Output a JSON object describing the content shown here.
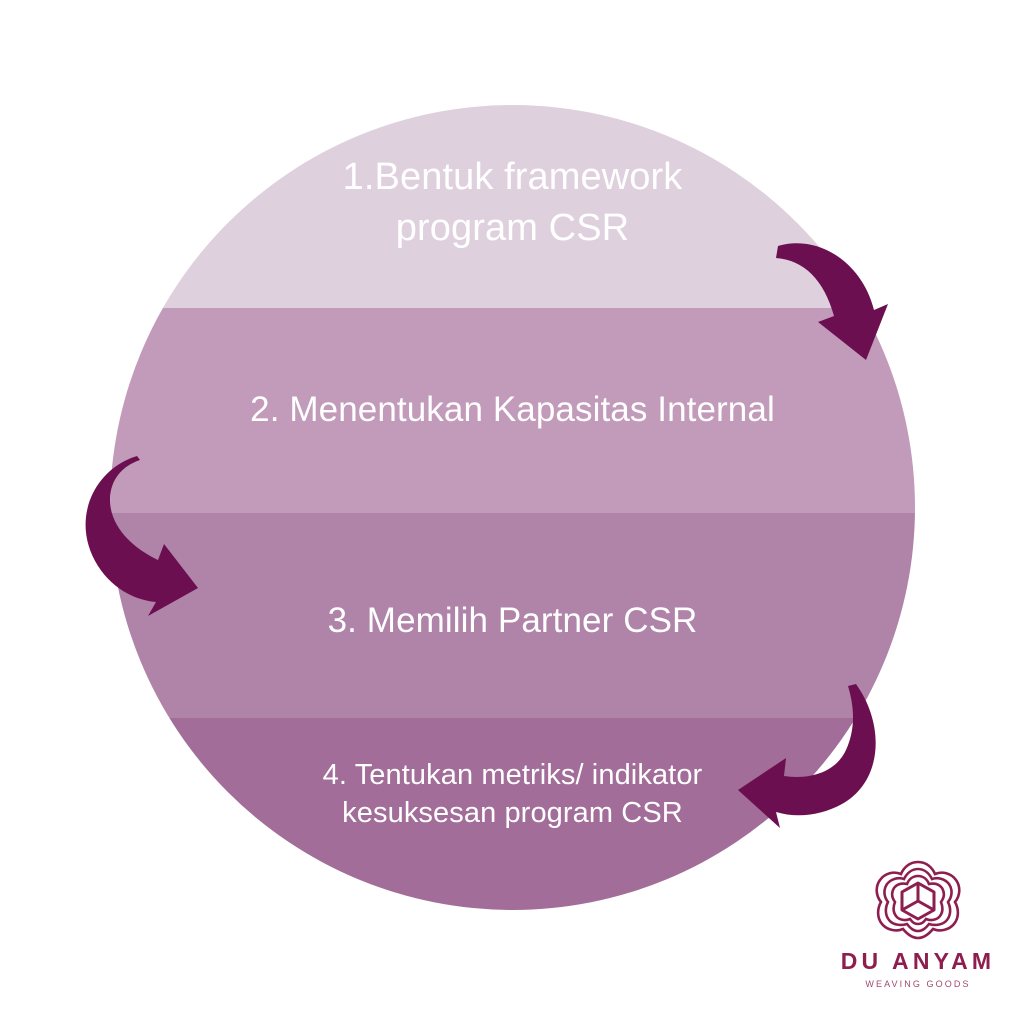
{
  "diagram": {
    "type": "cycle-diagram",
    "shape": "circle-with-horizontal-bands",
    "background_color": "#ffffff",
    "arrow_color": "#6c0f51",
    "steps": [
      {
        "number": "1.",
        "label": "1.Bentuk framework\nprogram CSR",
        "band_color": "#ded0dd",
        "text_color": "#ffffff"
      },
      {
        "number": "2.",
        "label": "2. Menentukan Kapasitas Internal",
        "band_color": "#c29bba",
        "text_color": "#ffffff"
      },
      {
        "number": "3.",
        "label": "3. Memilih Partner CSR",
        "band_color": "#b083a8",
        "text_color": "#ffffff"
      },
      {
        "number": "4.",
        "label": "4. Tentukan metriks/ indikator\nkesuksesan program CSR",
        "band_color": "#a26d98",
        "text_color": "#ffffff"
      }
    ],
    "arrows": [
      {
        "name": "arrow-step1-to-step2",
        "direction": "down-right"
      },
      {
        "name": "arrow-step2-to-step3",
        "direction": "down-right"
      },
      {
        "name": "arrow-step3-to-step4",
        "direction": "down-left"
      }
    ]
  },
  "logo": {
    "brand": "DU ANYAM",
    "tagline": "WEAVING GOODS",
    "mark": "woven-trefoil-cube-icon",
    "brand_color": "#8e1e4e",
    "tagline_color": "#a34a6e"
  }
}
